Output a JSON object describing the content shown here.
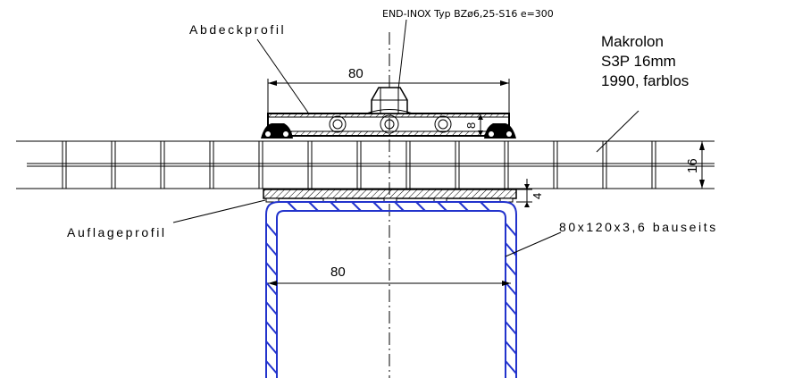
{
  "labels": {
    "cover_profile": "Abdeckprofil",
    "screw": "END-INOX Typ BZø6,25-S16  e=300",
    "sheet_line1": "Makrolon",
    "sheet_line2": "S3P 16mm",
    "sheet_line3": "1990, farblos",
    "support_profile": "Auflageprofil",
    "steel_tube": "80x120x3,6 bauseits"
  },
  "dimensions": {
    "cover_width": "80",
    "tube_width": "80",
    "sheet_thickness": "16",
    "cover_height": "8",
    "support_height": "4"
  },
  "colors": {
    "lines": "#000000",
    "steel_tube": "#2233cc"
  }
}
